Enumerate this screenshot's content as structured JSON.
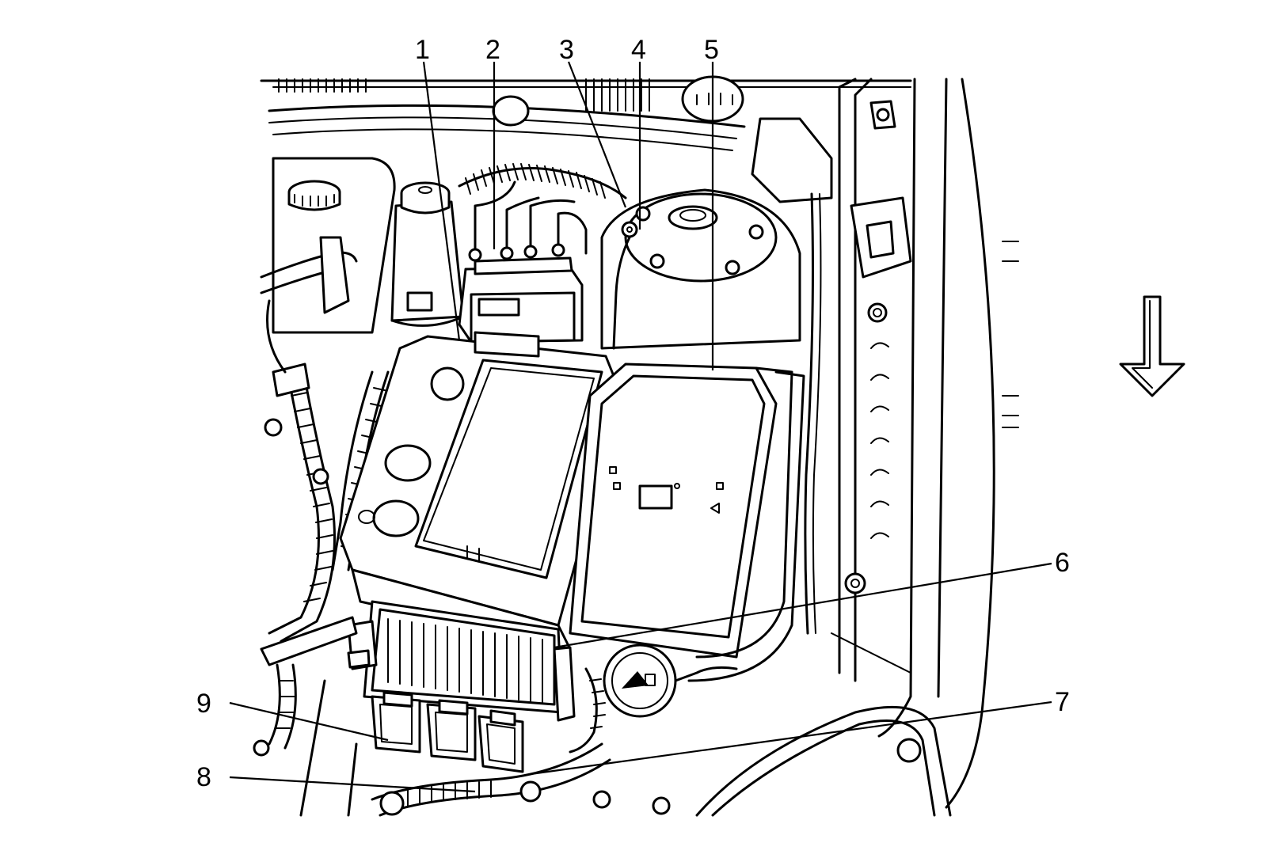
{
  "diagram": {
    "callouts": [
      {
        "id": "1",
        "label": "1"
      },
      {
        "id": "2",
        "label": "2"
      },
      {
        "id": "3",
        "label": "3"
      },
      {
        "id": "4",
        "label": "4"
      },
      {
        "id": "5",
        "label": "5"
      },
      {
        "id": "6",
        "label": "6"
      },
      {
        "id": "7",
        "label": "7"
      },
      {
        "id": "8",
        "label": "8"
      },
      {
        "id": "9",
        "label": "9"
      }
    ],
    "direction_arrow": {
      "icon": "down-arrow-icon"
    }
  }
}
